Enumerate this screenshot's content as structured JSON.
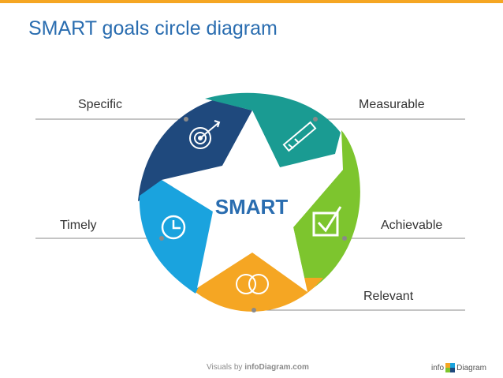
{
  "title": "SMART goals circle diagram",
  "center_label": "SMART",
  "segments": [
    {
      "label": "Specific",
      "icon": "target-icon",
      "color": "#1f497d"
    },
    {
      "label": "Measurable",
      "icon": "ruler-icon",
      "color": "#1a9b92"
    },
    {
      "label": "Achievable",
      "icon": "checkbox-icon",
      "color": "#7dc52e"
    },
    {
      "label": "Relevant",
      "icon": "rings-icon",
      "color": "#f5a623"
    },
    {
      "label": "Timely",
      "icon": "clock-icon",
      "color": "#1aa3de"
    }
  ],
  "footer": {
    "credit_prefix": "Visuals by ",
    "credit_name": "infoDiagram.com",
    "logo_left": "info",
    "logo_right": "Diagram"
  },
  "colors": {
    "accent": "#f5a623",
    "title": "#2a6db0",
    "line": "#8a8a8a"
  }
}
